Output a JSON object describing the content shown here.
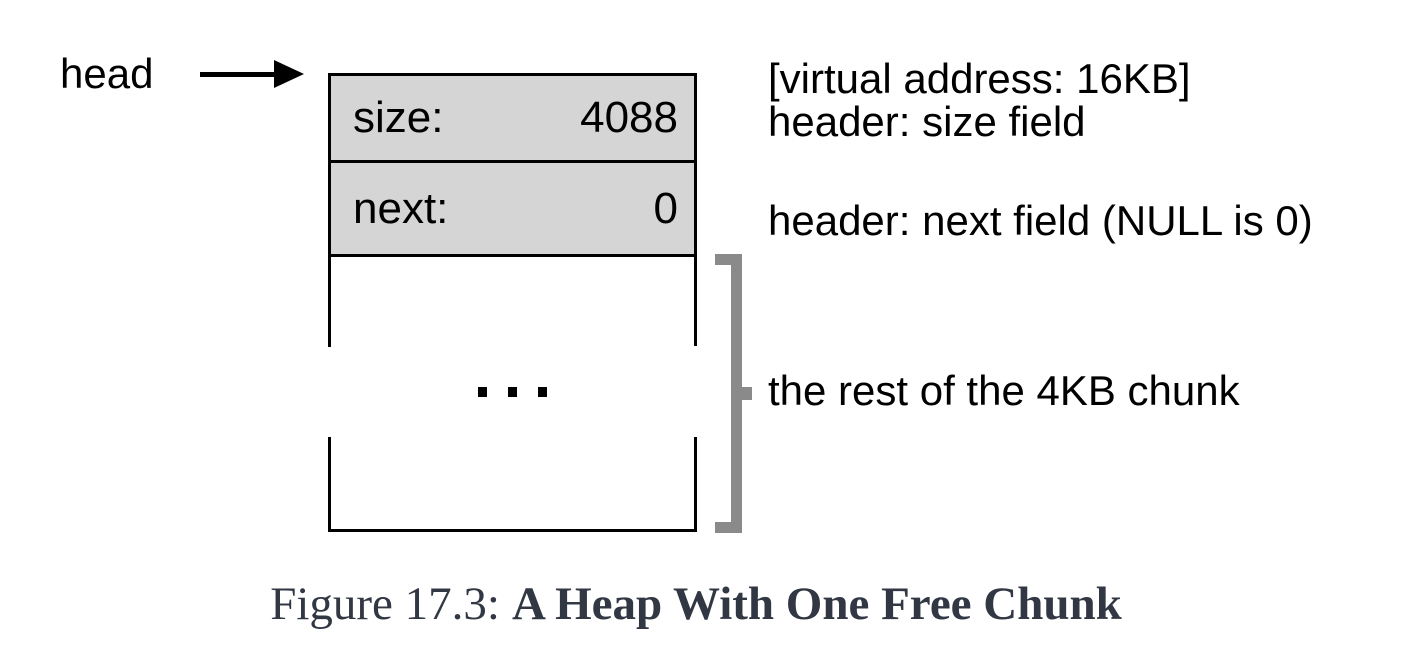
{
  "figure": {
    "head_pointer": {
      "label": "head"
    },
    "chunk_box": {
      "rows": [
        {
          "label": "size:",
          "value": "4088"
        },
        {
          "label": "next:",
          "value": "0"
        }
      ],
      "ellipsis": "..."
    },
    "annotations": {
      "virtual_address": "[virtual address: 16KB]",
      "size_field": "header: size field",
      "next_field": "header: next field (NULL is 0)",
      "rest_of_chunk": "the rest of the 4KB chunk"
    },
    "colors": {
      "header_row_fill": "#d5d5d5",
      "border": "#000000",
      "bracket_gray": "#8a8a8a",
      "caption_text": "#313743"
    }
  },
  "caption": {
    "prefix": "Figure 17.3:",
    "title": "A Heap With One Free Chunk"
  }
}
